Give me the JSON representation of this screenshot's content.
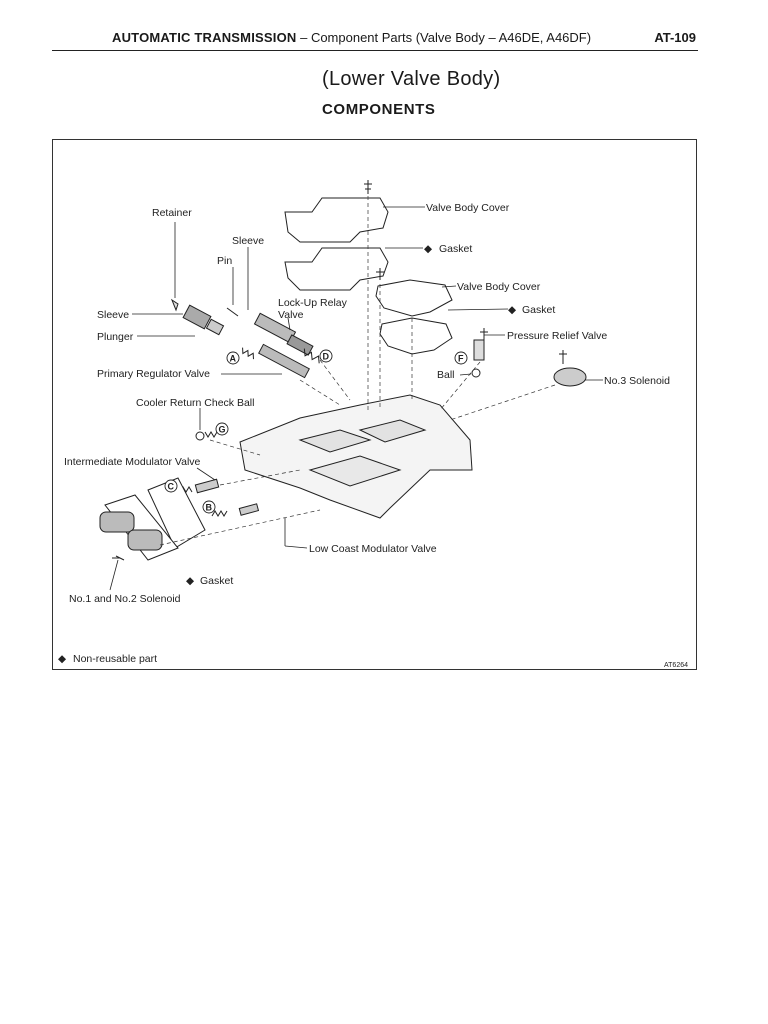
{
  "header": {
    "section": "AUTOMATIC TRANSMISSION",
    "rest": " – Component Parts (Valve Body – A46DE, A46DF)",
    "page_number": "AT-109"
  },
  "title": "(Lower Valve Body)",
  "subtitle": "COMPONENTS",
  "labels": {
    "valve_body_cover_1": "Valve Body Cover",
    "gasket_1": "Gasket",
    "valve_body_cover_2": "Valve Body Cover",
    "gasket_2": "Gasket",
    "pressure_relief_valve": "Pressure Relief Valve",
    "no3_solenoid": "No.3 Solenoid",
    "ball": "Ball",
    "retainer": "Retainer",
    "sleeve_1": "Sleeve",
    "pin": "Pin",
    "lockup_relay_valve_1": "Lock-Up Relay",
    "lockup_relay_valve_2": "Valve",
    "sleeve_2": "Sleeve",
    "plunger": "Plunger",
    "primary_regulator_valve": "Primary Regulator Valve",
    "cooler_return_check_ball": "Cooler Return Check Ball",
    "intermediate_modulator_valve": "Intermediate Modulator Valve",
    "low_coast_modulator_valve": "Low Coast Modulator Valve",
    "gasket_3": "Gasket",
    "solenoid_12": "No.1 and No.2 Solenoid",
    "non_reusable": "Non-reusable part",
    "figure_code": "AT6264",
    "diamond": "◆"
  },
  "markers": {
    "a": "A",
    "b": "B",
    "c": "C",
    "d": "D",
    "f": "F",
    "g": "G"
  }
}
